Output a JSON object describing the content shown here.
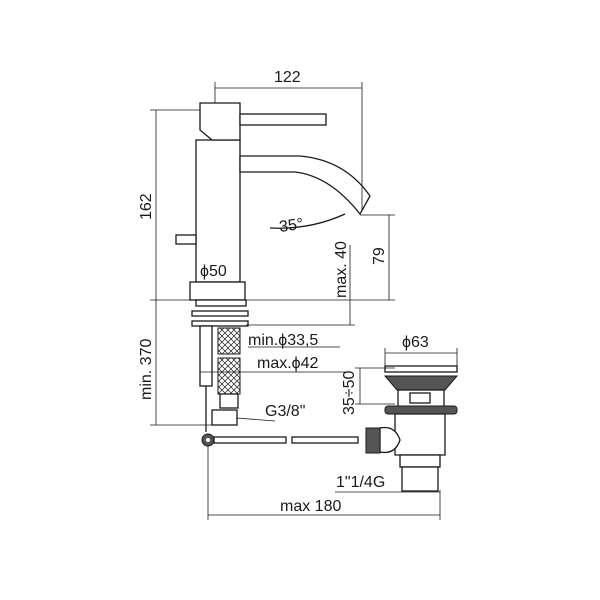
{
  "drawing": {
    "dimensions": {
      "spout_reach": "122",
      "total_height": "162",
      "spout_angle": "35°",
      "max_deck_thickness": "max. 40",
      "outlet_height": "79",
      "base_diameter": "ϕ50",
      "hose_length": "min. 370",
      "min_hole": "min.ϕ33,5",
      "max_hole": "max.ϕ42",
      "waste_diameter": "ϕ63",
      "waste_range": "35÷50",
      "connection": "G3/8\"",
      "waste_thread": "1\"1/4G",
      "rod_length": "max 180"
    }
  }
}
